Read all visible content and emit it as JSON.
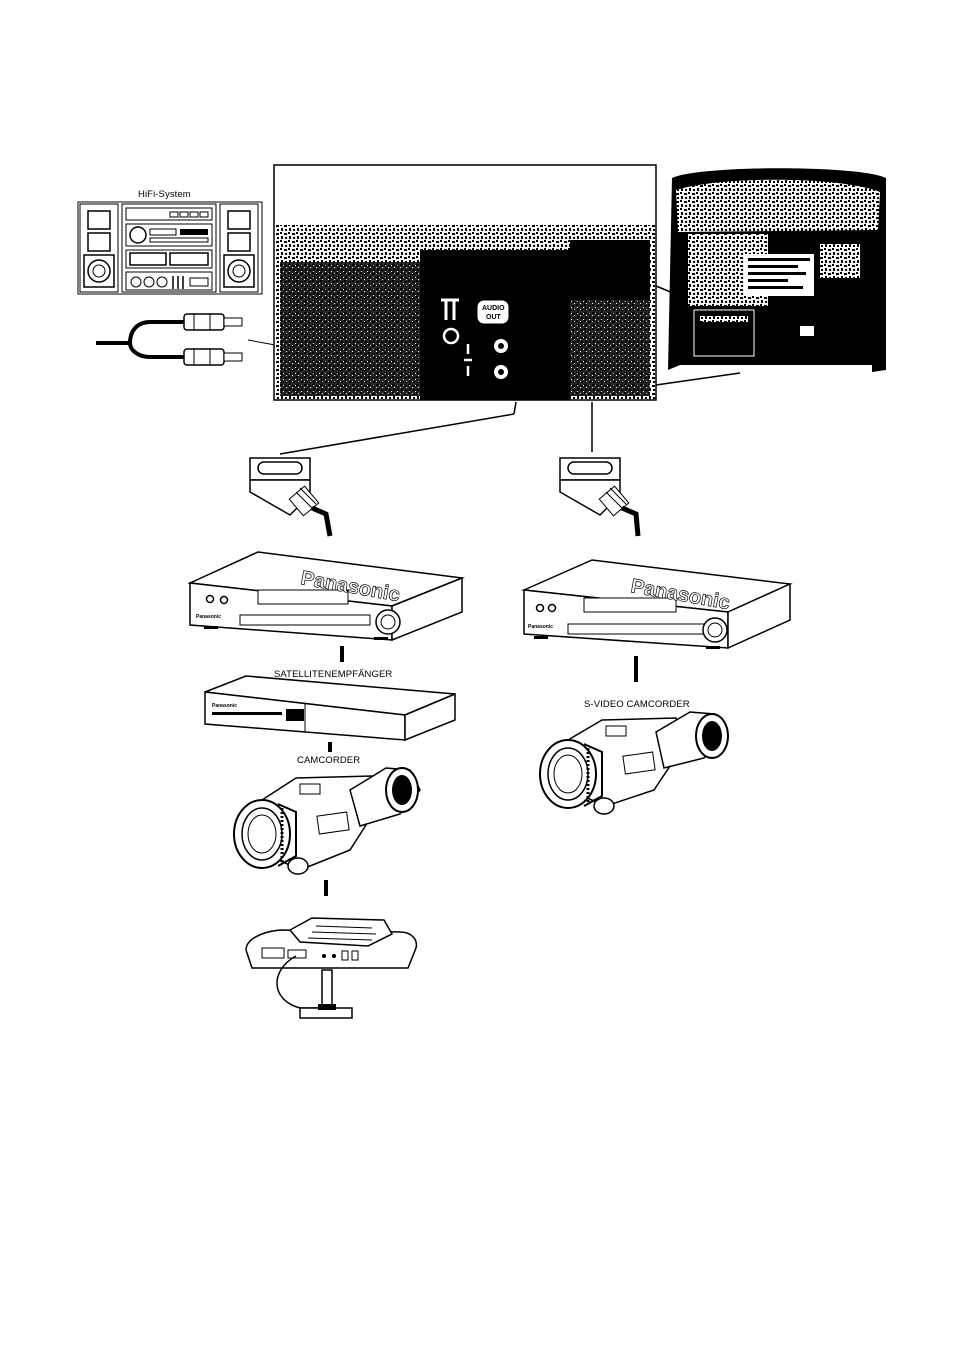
{
  "labels": {
    "hifi": "HiFi-System",
    "satellite": "SATELLITENEMPFÄNGER",
    "camcorder": "CAMCORDER",
    "svideo_camcorder": "S-VIDEO CAMCORDER"
  },
  "panel": {
    "audio_out_line1": "AUDIO",
    "audio_out_line2": "OUT"
  },
  "brand": "Panasonic",
  "colors": {
    "ink": "#000000",
    "paper": "#ffffff",
    "shade": "#1a1a1a"
  }
}
